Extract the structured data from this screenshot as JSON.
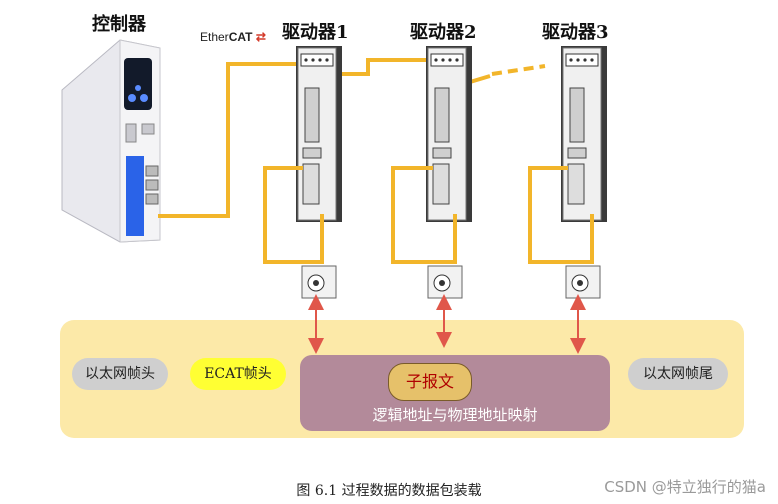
{
  "controller": {
    "label": "控制器"
  },
  "ethercat_logo": {
    "text_a": "Ether",
    "text_b": "CAT"
  },
  "drives": [
    {
      "label": "驱动器1"
    },
    {
      "label": "驱动器2"
    },
    {
      "label": "驱动器3"
    }
  ],
  "frame": {
    "eth_header": "以太网帧头",
    "ecat_header": "ECAT帧头",
    "sub_message": "子报文",
    "mapping_text": "逻辑地址与物理地址映射",
    "eth_trailer": "以太网帧尾"
  },
  "caption": "图 6.1 过程数据的数据包装载",
  "watermark": "CSDN @特立独行的猫a",
  "colors": {
    "cable": "#f2b52a",
    "panel": "#fce9a8",
    "mapping": "#b38a9a",
    "arrow": "#e0574a",
    "ecat_pill": "#ffff33",
    "grey_pill": "#cfcfcf"
  }
}
